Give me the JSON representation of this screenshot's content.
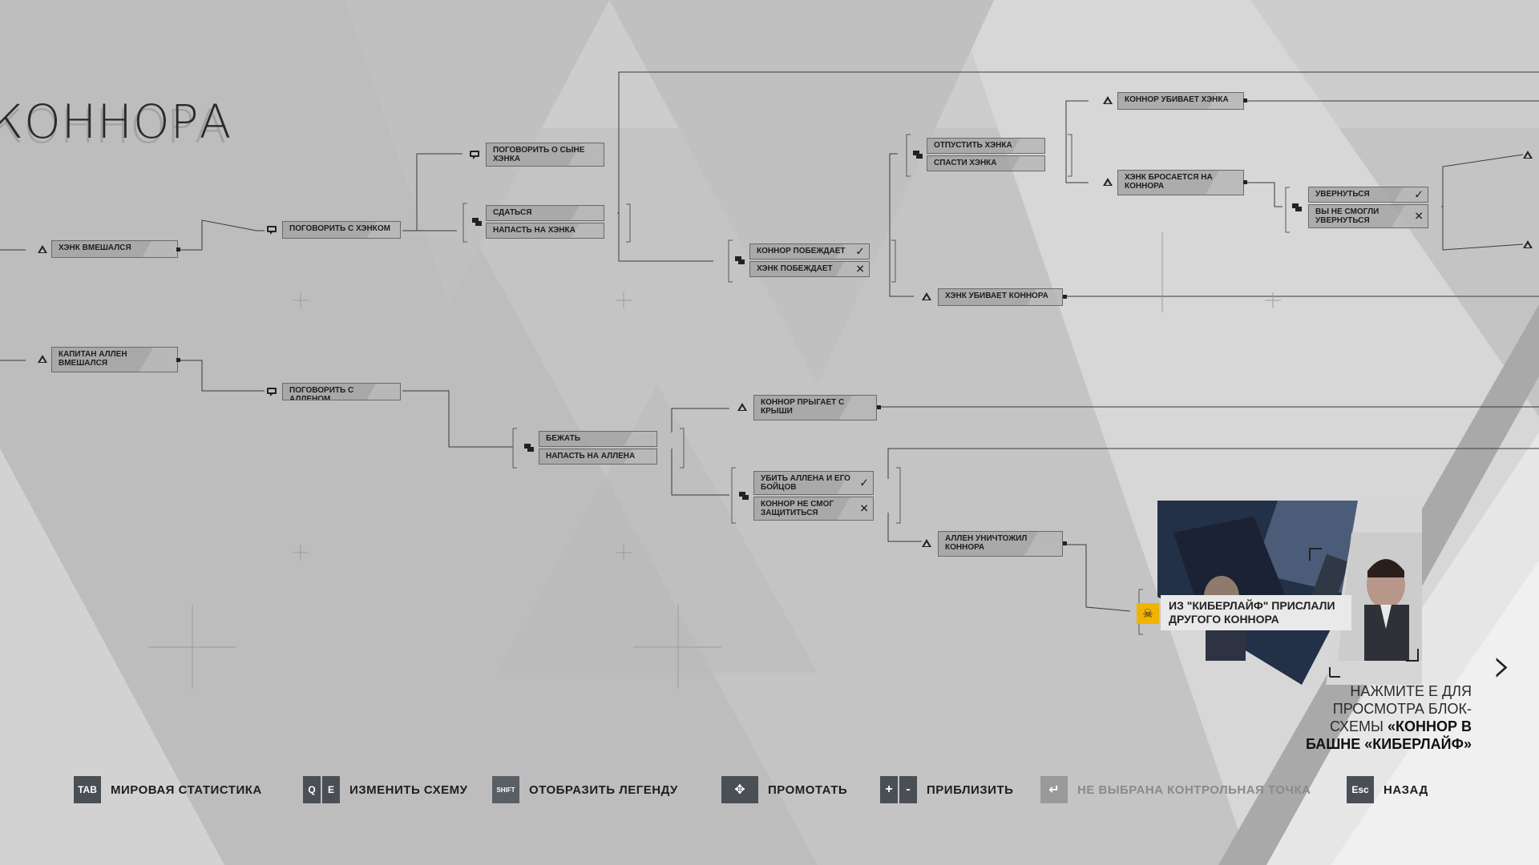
{
  "title": "КОННОРА",
  "nodes": {
    "hank_intervened": "ХЭНК ВМЕШАЛСЯ",
    "talk_hank": "ПОГОВОРИТЬ С ХЭНКОМ",
    "talk_son": "ПОГОВОРИТЬ О СЫНЕ ХЭНКА",
    "surrender": "СДАТЬСЯ",
    "attack_hank": "НАПАСТЬ НА ХЭНКА",
    "connor_wins": "КОННОР ПОБЕЖДАЕТ",
    "hank_wins": "ХЭНК ПОБЕЖДАЕТ",
    "release_hank": "ОТПУСТИТЬ ХЭНКА",
    "save_hank": "СПАСТИ ХЭНКА",
    "connor_kills_hank": "КОННОР УБИВАЕТ ХЭНКА",
    "hank_attacks_connor": "ХЭНК БРОСАЕТСЯ НА КОННОРА",
    "dodge": "УВЕРНУТЬСЯ",
    "failed_dodge": "ВЫ НЕ СМОГЛИ УВЕРНУТЬСЯ",
    "hank_kills_connor": "ХЭНК УБИВАЕТ КОННОРА",
    "captain_allen": "КАПИТАН АЛЛЕН ВМЕШАЛСЯ",
    "talk_allen": "ПОГОВОРИТЬ С АЛЛЕНОМ",
    "run": "БЕЖАТЬ",
    "attack_allen": "НАПАСТЬ НА АЛЛЕНА",
    "connor_jumps": "КОННОР ПРЫГАЕТ С КРЫШИ",
    "kill_allen": "УБИТЬ АЛЛЕНА И ЕГО БОЙЦОВ",
    "connor_failed": "КОННОР НЕ СМОГ ЗАЩИТИТЬСЯ",
    "allen_destroyed": "АЛЛЕН УНИЧТОЖИЛ КОННОРА"
  },
  "preview": {
    "label": "ИЗ \"КИБЕРЛАЙФ\" ПРИСЛАЛИ ДРУГОГО КОННОРА",
    "press_prefix": "НАЖМИТЕ E ДЛЯ ПРОСМОТРА БЛОК-СХЕМЫ",
    "press_bold": "«КОННОР В БАШНЕ «КИБЕРЛАЙФ»"
  },
  "hints": [
    {
      "keys": [
        "TAB"
      ],
      "label": "МИРОВАЯ СТАТИСТИКА"
    },
    {
      "keys": [
        "Q",
        "E"
      ],
      "label": "ИЗМЕНИТЬ СХЕМУ"
    },
    {
      "keys": [
        "SHIFT"
      ],
      "label": "ОТОБРАЗИТЬ ЛЕГЕНДУ"
    },
    {
      "keys": [
        "✥"
      ],
      "label": "ПРОМОТАТЬ"
    },
    {
      "keys": [
        "+",
        "-"
      ],
      "label": "ПРИБЛИЗИТЬ"
    },
    {
      "keys": [
        "↵"
      ],
      "label": "НЕ ВЫБРАНА КОНТРОЛЬНАЯ ТОЧКА"
    },
    {
      "keys": [
        "Esc"
      ],
      "label": "НАЗАД"
    }
  ],
  "colors": {
    "bg": "#c6c6c6",
    "badge": "#f0b400",
    "key": "#4a4f55"
  }
}
